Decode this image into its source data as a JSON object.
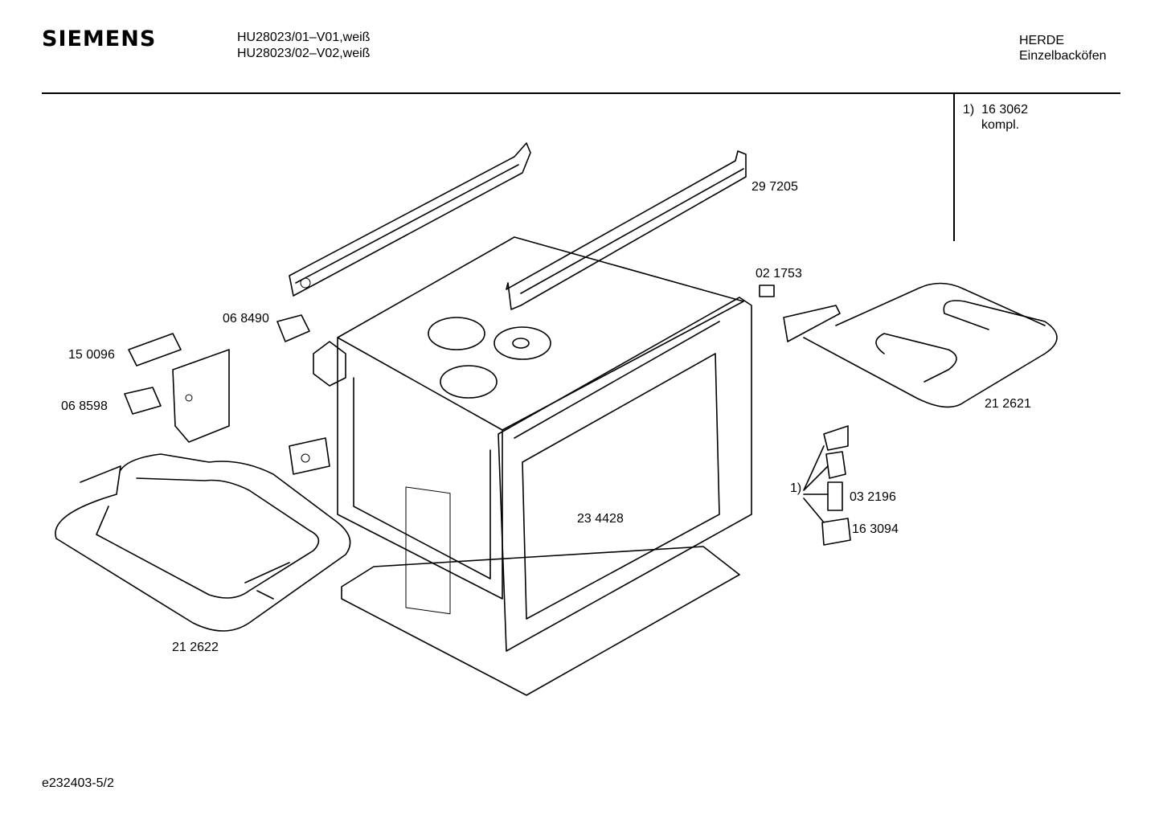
{
  "header": {
    "brand": "SIEMENS",
    "models": [
      "HU28023/01–V01,weiß",
      "HU28023/02–V02,weiß"
    ],
    "category": "HERDE",
    "subcategory": "Einzelbacköfen"
  },
  "note": {
    "ref": "1)",
    "part_number": "16 3062",
    "text": "kompl."
  },
  "parts": [
    "29 7205",
    "02 1753",
    "06 8490",
    "15 0096",
    "06 8598",
    "21 2621",
    "1)",
    "03 2196",
    "16 3094",
    "23 4428",
    "21 2622"
  ],
  "footer": {
    "doc_id": "e232403-5/2"
  }
}
